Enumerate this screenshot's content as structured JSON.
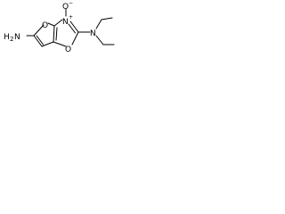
{
  "molecule": {
    "atoms": {
      "amine_n": "N",
      "amine_h": "H",
      "amine_h_count": "2",
      "ring_o1": "O",
      "ring_n": "N",
      "n_oxide_o": "O",
      "n_oxide_charge": "−",
      "n_plus_charge": "+",
      "ring_o2": "O",
      "diethyl_n": "N"
    }
  }
}
